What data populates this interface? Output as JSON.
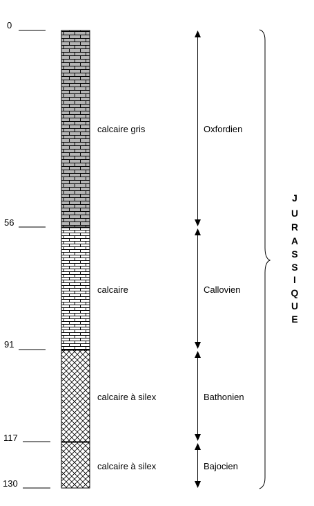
{
  "depths": [
    "0",
    "56",
    "91",
    "117",
    "130"
  ],
  "layers": [
    {
      "lithology": "calcaire gris",
      "stage": "Oxfordien",
      "pattern": "brick-grey"
    },
    {
      "lithology": "calcaire",
      "stage": "Callovien",
      "pattern": "brick-white"
    },
    {
      "lithology": "calcaire à silex",
      "stage": "Bathonien",
      "pattern": "crosshatch"
    },
    {
      "lithology": "calcaire à silex",
      "stage": "Bajocien",
      "pattern": "crosshatch"
    }
  ],
  "epoch": {
    "letters": [
      "J",
      "U",
      "R",
      "A",
      "S",
      "S",
      "I",
      "Q",
      "U",
      "E"
    ]
  },
  "colors": {
    "grey_fill": "#b4b4b4",
    "line": "#000000",
    "background": "#ffffff"
  }
}
